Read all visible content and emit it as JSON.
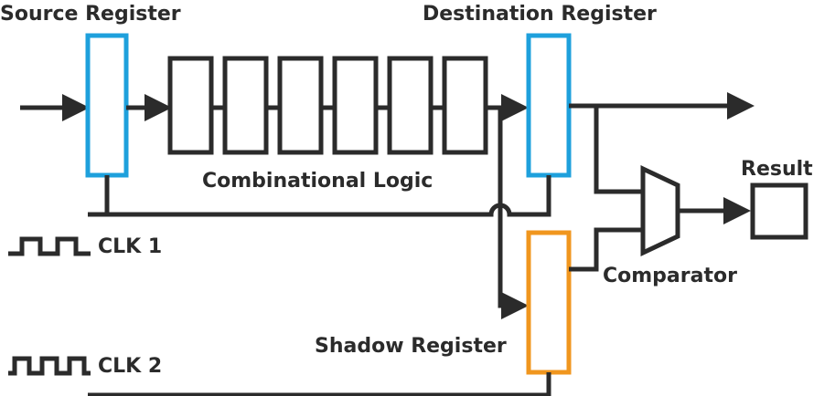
{
  "labels": {
    "source_register": "Source Register",
    "destination_register": "Destination Register",
    "combinational_logic": "Combinational Logic",
    "clk1": "CLK 1",
    "clk2": "CLK 2",
    "result": "Result",
    "comparator": "Comparator",
    "shadow_register": "Shadow Register"
  },
  "colors": {
    "wire": "#2b2b2b",
    "source_register": "#1ea0dc",
    "destination_register": "#1ea0dc",
    "shadow_register": "#f0961e"
  }
}
